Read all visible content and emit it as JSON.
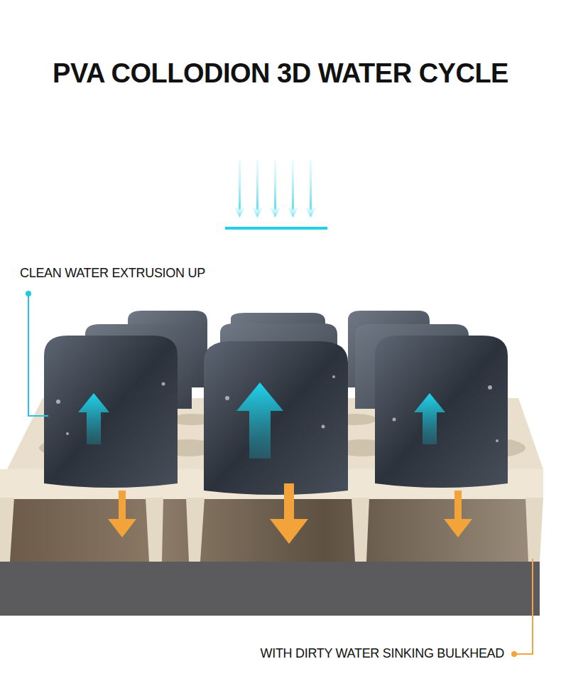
{
  "diagram": {
    "title": "PVA COLLODION 3D WATER CYCLE",
    "labels": [
      "CLEAN WATER EXTRUSION UP",
      "WITH DIRTY WATER SINKING BULKHEAD"
    ]
  }
}
